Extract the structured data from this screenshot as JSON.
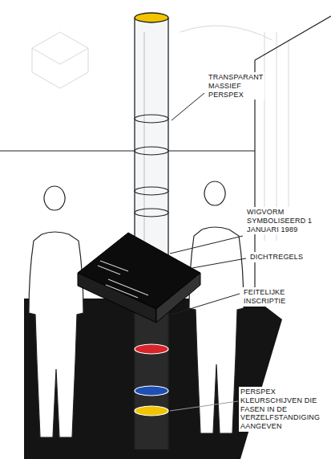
{
  "diagram": {
    "labels": [
      "TRANSPARANT MASSIEF PERSPEX",
      "WIGVORM SYMBOLISEERD 1 JANUARI 1989",
      "DICHTREGELS",
      "FEITELIJKE INSCRIPTIE",
      "PERSPEX KLEURSCHIJVEN DIE FASEN IN DE VERZELFSTANDIGING AANGEVEN"
    ]
  }
}
